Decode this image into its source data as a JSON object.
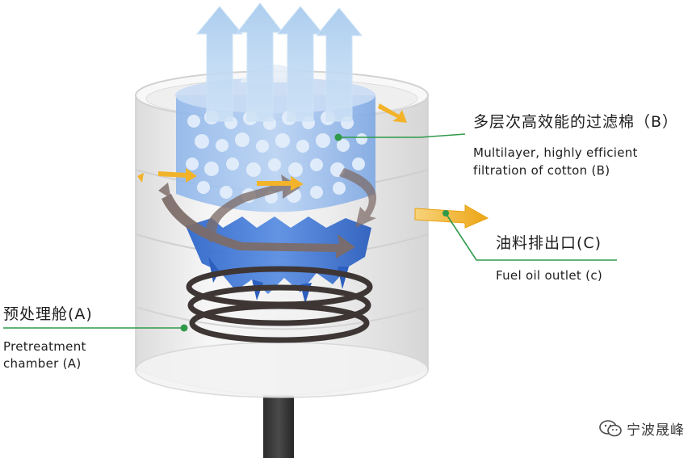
{
  "labels": {
    "b": {
      "cn": "多层次高效能的过滤棉（B）",
      "en_line1": "Multilayer, highly efficient",
      "en_line2": "filtration of cotton (B)"
    },
    "c": {
      "cn": "油料排出口(C)",
      "en": "Fuel oil outlet (c)"
    },
    "a": {
      "cn": "预处理舱(A)",
      "en_line1": "Pretreatment",
      "en_line2": "chamber (A)"
    }
  },
  "watermark": {
    "text": "宁波晟峰",
    "icon": "wechat-icon"
  },
  "colors": {
    "leader_line": "#2f9a4a",
    "leader_dot": "#2f9a4a",
    "outlet_arrow": "#f2b32a",
    "airflow_arrow": "#bcd8f2",
    "filter_blue": "#6aa2e6",
    "impeller_blue": "#3f79d8",
    "coil": "#3e3535",
    "spiral_arrow": "#7a6a66",
    "housing": "#eeeeee"
  }
}
